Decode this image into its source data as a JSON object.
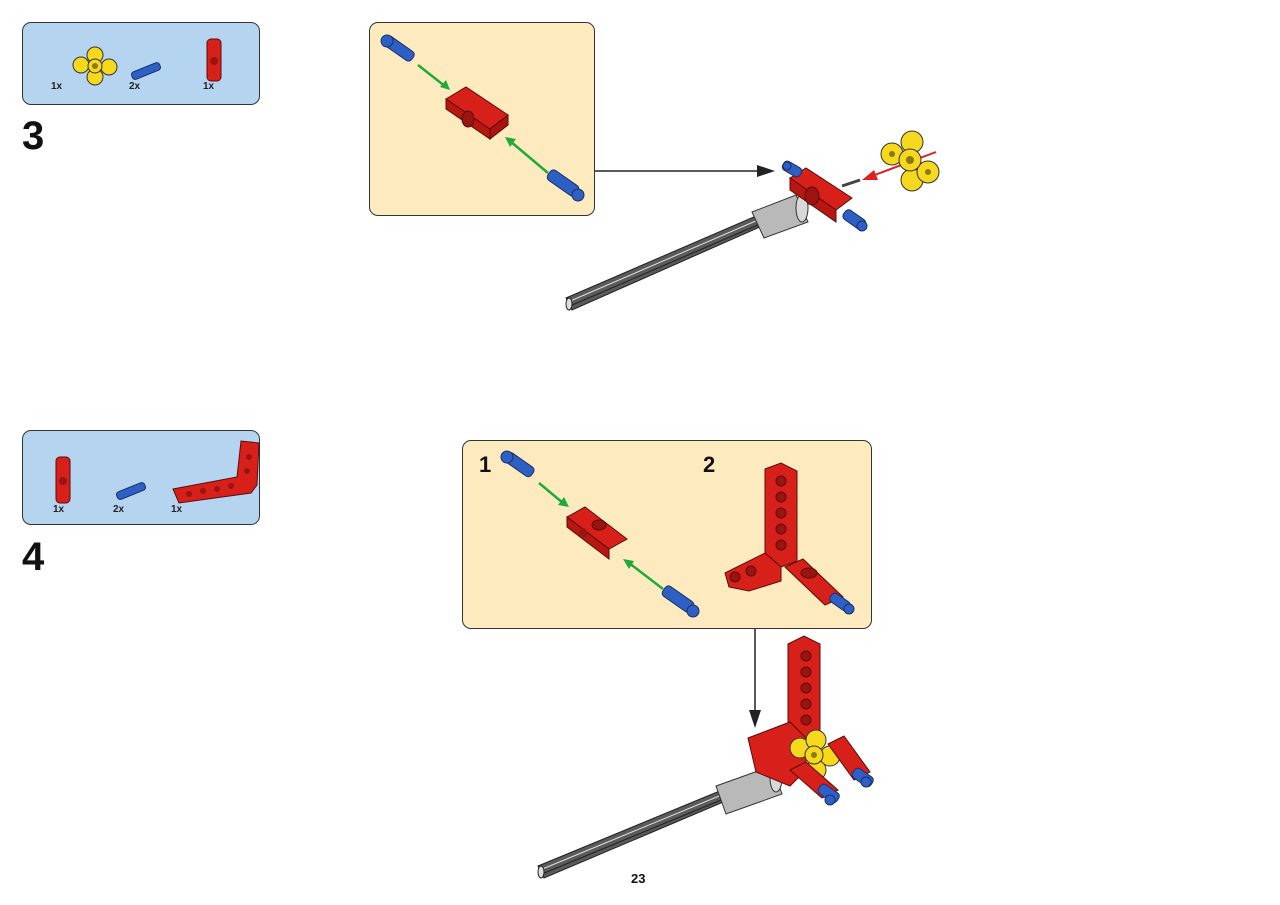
{
  "page": {
    "number": "23",
    "colors": {
      "parts_box_bg": "#b5d4ef",
      "sub_assembly_bg": "#fdeabf",
      "brick_red": "#d8201a",
      "brick_blue": "#2d5fc4",
      "brick_yellow": "#f6d81c",
      "axle_gray": "#3a3a3a",
      "assembly_arrow_green": "#1faa3c",
      "assembly_arrow_red": "#e02020"
    }
  },
  "steps": [
    {
      "number": "3",
      "parts": [
        {
          "quantity": "1x",
          "part": "yellow-cross-connector"
        },
        {
          "quantity": "2x",
          "part": "blue-pin-with-friction"
        },
        {
          "quantity": "1x",
          "part": "red-pin-connector-block"
        }
      ]
    },
    {
      "number": "4",
      "parts": [
        {
          "quantity": "1x",
          "part": "red-pin-connector-block"
        },
        {
          "quantity": "2x",
          "part": "blue-pin-with-friction"
        },
        {
          "quantity": "1x",
          "part": "red-l-beam"
        }
      ],
      "sub_steps": [
        "1",
        "2"
      ]
    }
  ]
}
